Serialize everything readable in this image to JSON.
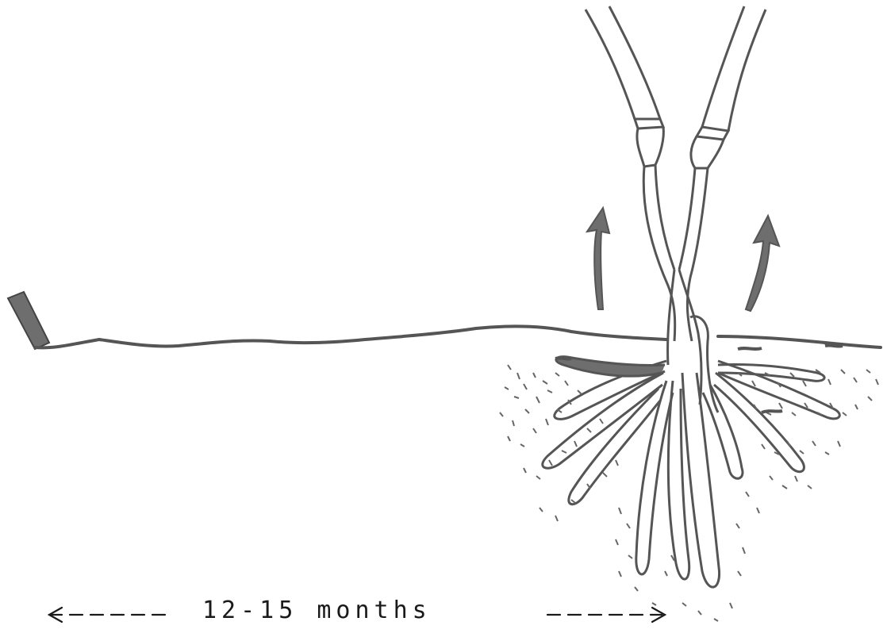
{
  "diagram": {
    "timeline_label": "12-15 months",
    "stroke_color": "#555555",
    "fill_color": "#6e6e6e",
    "text_color": "#1a1a1a",
    "elements": {
      "cutting": "cutting-stub",
      "stolon": "stolon-runner",
      "shoots": [
        "left-shoot",
        "right-shoot"
      ],
      "growth_arrows": [
        "growth-arrow-left",
        "growth-arrow-right"
      ],
      "roots": "root-cluster",
      "soil": "soil-particles"
    }
  }
}
